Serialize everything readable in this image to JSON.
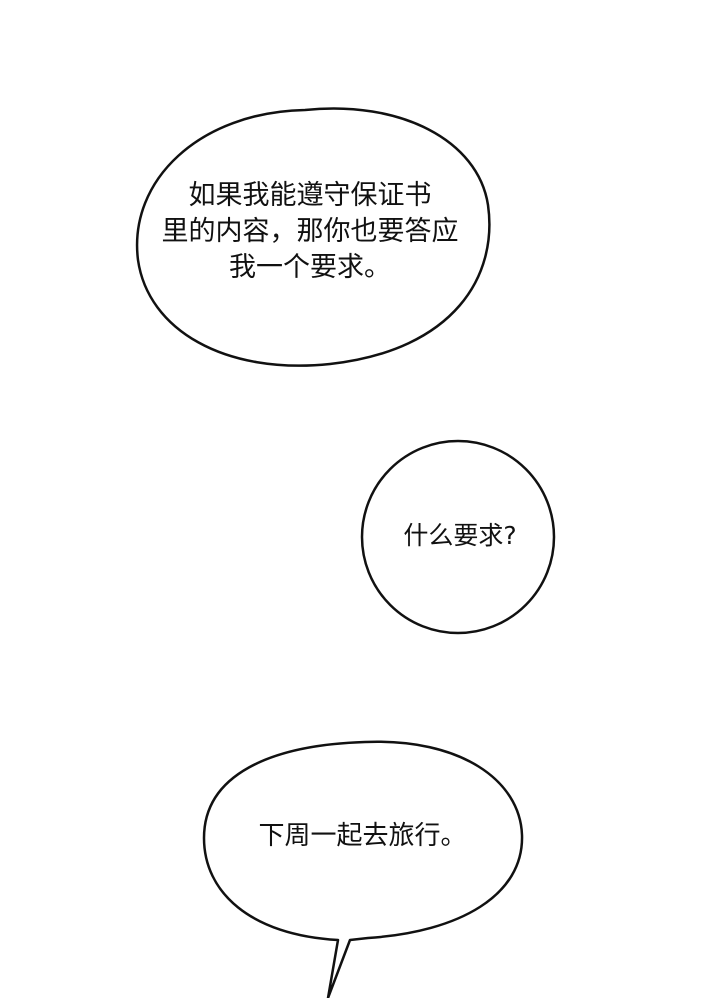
{
  "bubbles": {
    "first": {
      "lines": [
        "如果我能遵守保证书",
        "里的内容，那你也要答应",
        "我一个要求。"
      ]
    },
    "second": {
      "text": "什么要求?"
    },
    "third": {
      "text": "下周一起去旅行。"
    }
  },
  "colors": {
    "background": "#ffffff",
    "outline": "#111111",
    "text": "#111111"
  }
}
